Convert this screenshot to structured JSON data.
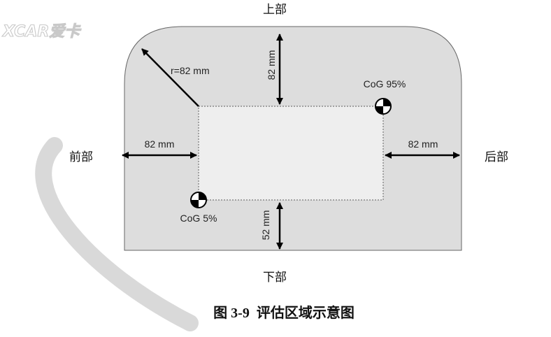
{
  "watermark": {
    "text": "XCAR爱卡"
  },
  "directions": {
    "top": "上部",
    "bottom": "下部",
    "front": "前部",
    "rear": "后部"
  },
  "measurements": {
    "radius": "r=82 mm",
    "top_gap": "82 mm",
    "left_gap": "82 mm",
    "right_gap": "82 mm",
    "bottom_gap": "52 mm"
  },
  "cog": {
    "high": "CoG 95%",
    "low": "CoG 5%"
  },
  "caption": "图 3-9  评估区域示意图",
  "colors": {
    "region_fill": "#dddddd",
    "outline": "#555555",
    "arrow": "#000000",
    "watermark_arc": "#d9d9d9"
  }
}
